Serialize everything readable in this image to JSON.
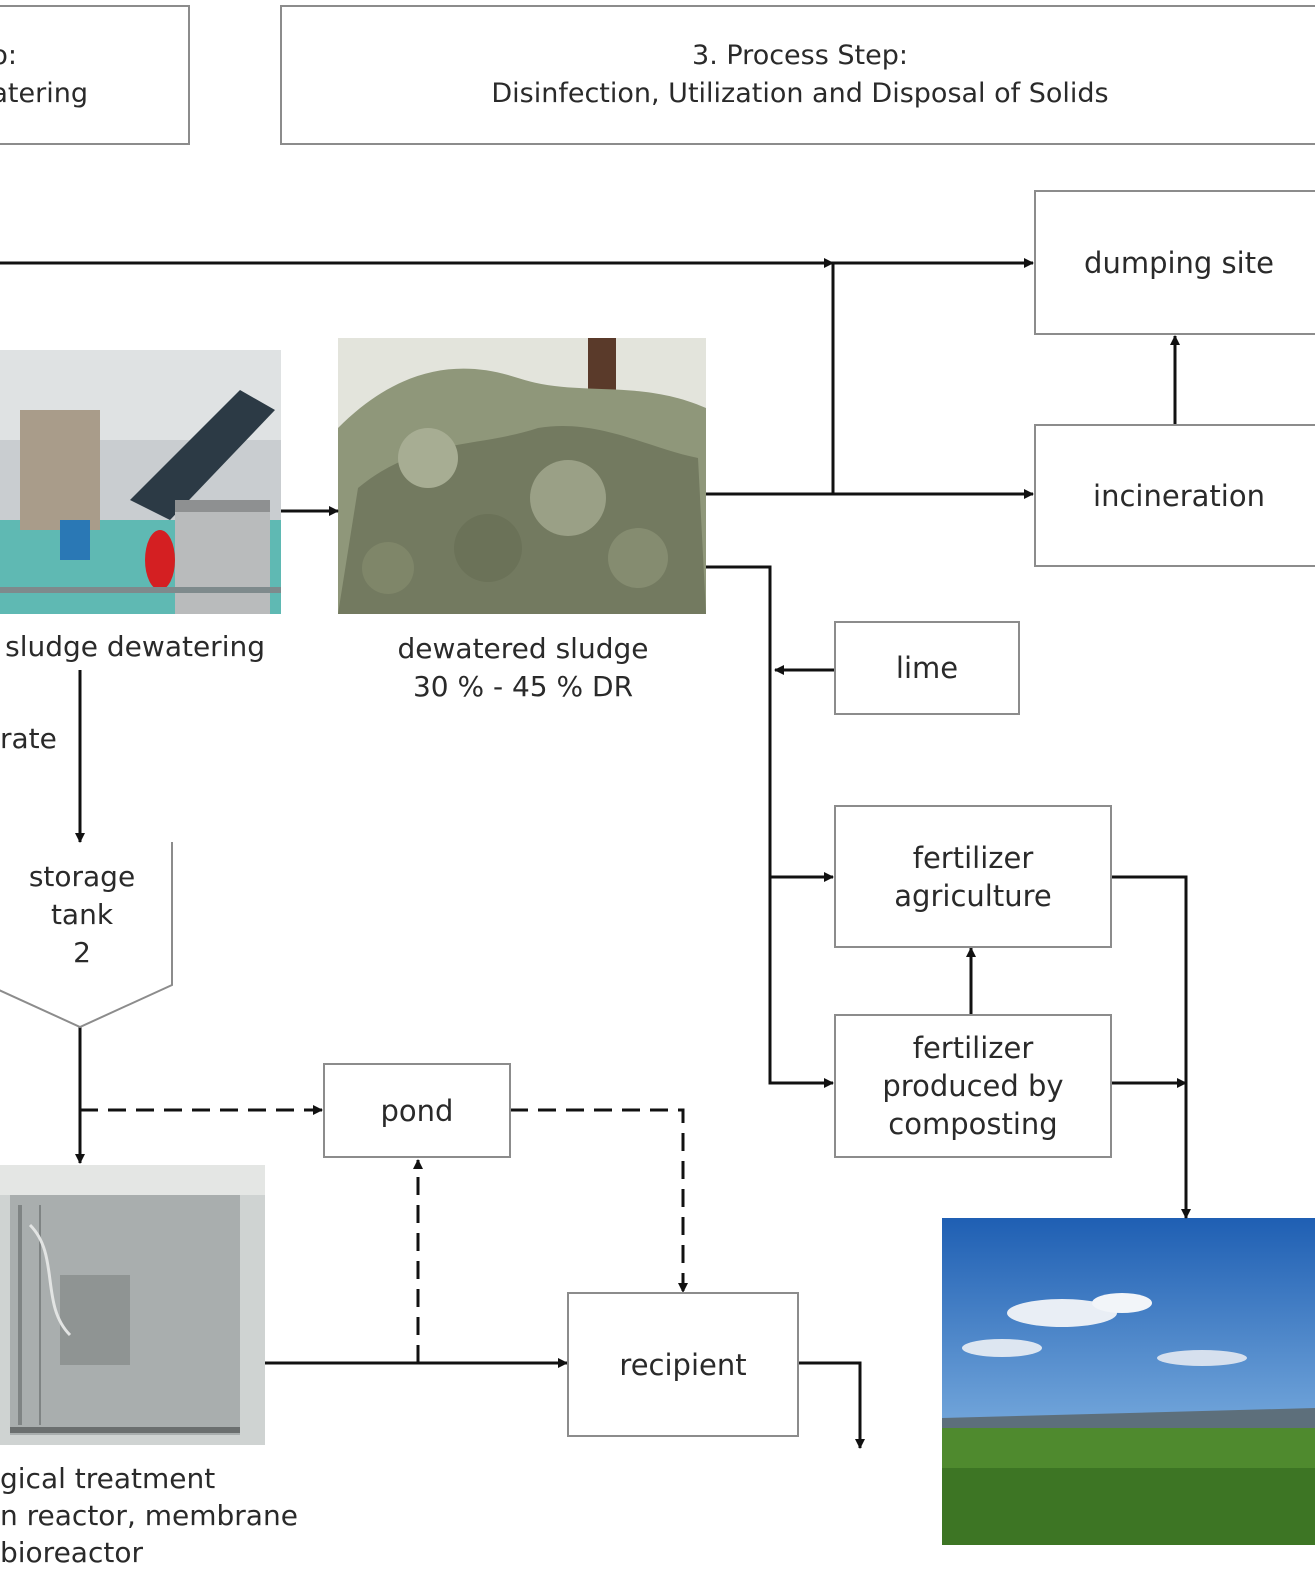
{
  "headers": {
    "step2_fragment": "o:\natering",
    "step3": "3. Process Step:\nDisinfection, Utilization and Disposal of Solids"
  },
  "boxes": {
    "dumping_site": "dumping site",
    "incineration": "incineration",
    "lime": "lime",
    "fertilizer_agriculture": "fertilizer\nagriculture",
    "fertilizer_composting": "fertilizer\nproduced by\ncomposting",
    "pond": "pond",
    "recipient": "recipient"
  },
  "captions": {
    "sludge_dewatering": "sludge dewatering",
    "dewatered_sludge": "dewatered sludge\n30 % - 45 % DR",
    "filtrate_fragment": "rate",
    "storage_tank": "storage\ntank\n2",
    "bio_treatment": "gical treatment\nn reactor, membrane\nbioreactor"
  },
  "images": {
    "dewatering_machine": "dewatering-machine-photo",
    "dewatered_sludge": "dewatered-sludge-photo",
    "bioreactor": "bioreactor-photo",
    "field": "agricultural-field-photo"
  },
  "colors": {
    "line": "#111111",
    "border": "#8c8c8c"
  }
}
